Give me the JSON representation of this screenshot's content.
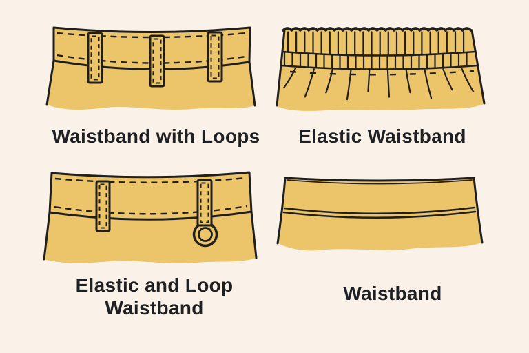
{
  "page": {
    "background_color": "#FAF2E8"
  },
  "colors": {
    "fabric": "#ECC46A",
    "outline": "#211F1E",
    "label_text": "#1E2023"
  },
  "figures": [
    {
      "id": "waistband-with-loops",
      "label": "Waistband with Loops"
    },
    {
      "id": "elastic-waistband",
      "label": "Elastic Waistband"
    },
    {
      "id": "elastic-and-loop-waistband",
      "label": "Elastic and Loop Waistband"
    },
    {
      "id": "waistband",
      "label": "Waistband"
    }
  ]
}
